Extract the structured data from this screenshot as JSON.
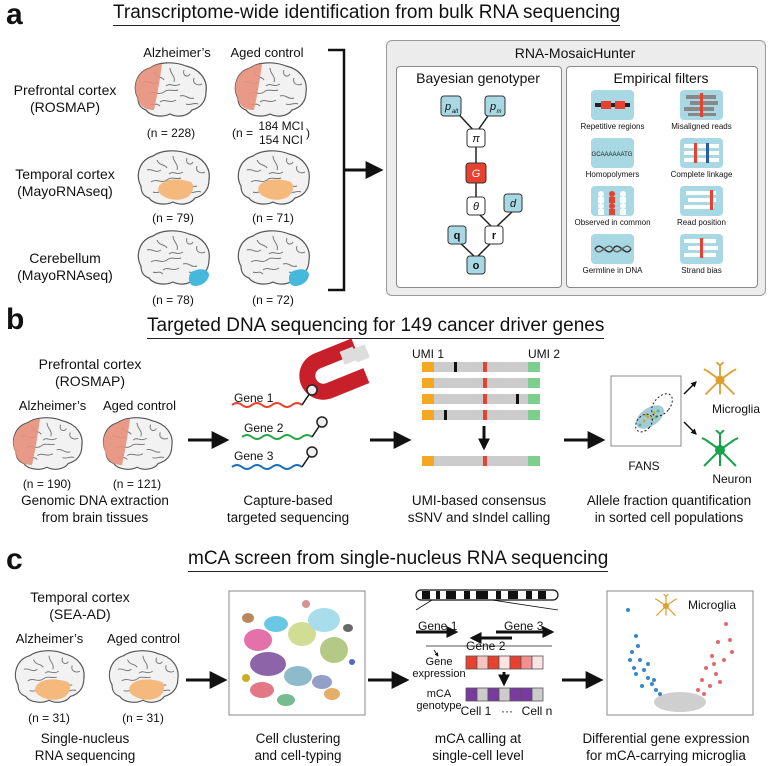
{
  "panel_a": {
    "letter": "a",
    "title": "Transcriptome-wide identification from bulk RNA sequencing",
    "col_alz": "Alzheimer’s",
    "col_ctrl": "Aged control",
    "rows": [
      {
        "region": "Prefrontal cortex",
        "cohort": "(ROSMAP)",
        "n_alz": "(n = 228)",
        "n_ctrl_prefix": "(n =",
        "n_ctrl_l1": "184 MCI",
        "n_ctrl_l2": "154 NCI",
        "n_ctrl_suffix": ")"
      },
      {
        "region": "Temporal cortex",
        "cohort": "(MayoRNAseq)",
        "n_alz": "(n = 79)",
        "n_ctrl": "(n = 71)"
      },
      {
        "region": "Cerebellum",
        "cohort": "(MayoRNAseq)",
        "n_alz": "(n = 78)",
        "n_ctrl": "(n = 72)"
      }
    ],
    "mosaichunter": {
      "title": "RNA-MosaicHunter",
      "bayes_title": "Bayesian genotyper",
      "nodes": {
        "p_alt": "p",
        "p_alt_sub": "alt",
        "p_m": "p",
        "p_m_sub": "m",
        "pi": "π",
        "G": "G",
        "theta": "θ",
        "d": "d",
        "q": "q",
        "r": "r",
        "o": "o"
      },
      "filters_title": "Empirical filters",
      "filters": [
        "Repetitive regions",
        "Misaligned reads",
        "Homopolymers",
        "Complete linkage",
        "Observed in common",
        "Read position",
        "Germline in DNA",
        "Strand bias"
      ],
      "homopolymer_text": "GCAAAAAATG"
    }
  },
  "panel_b": {
    "letter": "b",
    "title": "Targeted DNA sequencing for 149 cancer driver genes",
    "region": "Prefrontal cortex",
    "cohort": "(ROSMAP)",
    "col_alz": "Alzheimer’s",
    "col_ctrl": "Aged control",
    "n_alz": "(n = 190)",
    "n_ctrl": "(n = 121)",
    "genes": [
      "Gene 1",
      "Gene 2",
      "Gene 3"
    ],
    "umi1": "UMI 1",
    "umi2": "UMI 2",
    "fans": "FANS",
    "microglia": "Microglia",
    "neuron": "Neuron",
    "captions": [
      "Genomic DNA extraction\nfrom brain tissues",
      "Capture-based\ntargeted sequencing",
      "UMI-based consensus\nsSNV and sIndel calling",
      "Allele fraction quantification\nin sorted cell populations"
    ]
  },
  "panel_c": {
    "letter": "c",
    "title": "mCA screen from single-nucleus RNA sequencing",
    "region": "Temporal cortex",
    "cohort": "(SEA-AD)",
    "col_alz": "Alzheimer’s",
    "col_ctrl": "Aged control",
    "n_alz": "(n = 31)",
    "n_ctrl": "(n = 31)",
    "genes": [
      "Gene 1",
      "Gene 2",
      "Gene 3"
    ],
    "gene_expression": "Gene\nexpression",
    "mca_genotype": "mCA\ngenotype",
    "cell1": "Cell 1",
    "dots": "···",
    "celln": "Cell n",
    "microglia": "Microglia",
    "captions": [
      "Single-nucleus\nRNA sequencing",
      "Cell clustering\nand cell-typing",
      "mCA calling at\nsingle-cell level",
      "Differential gene expression\nfor mCA-carrying microglia"
    ]
  },
  "colors": {
    "prefrontal": "#e8907a",
    "temporal": "#f5b97d",
    "cerebellum": "#45b8dc",
    "node_blue": "#a8d8e4",
    "node_red": "#e8412f",
    "magnet": "#c8202a",
    "microglia": "#d9a030",
    "neuron": "#17a34a",
    "umi1": "#f5a623",
    "umi2": "#7ccf8c"
  }
}
